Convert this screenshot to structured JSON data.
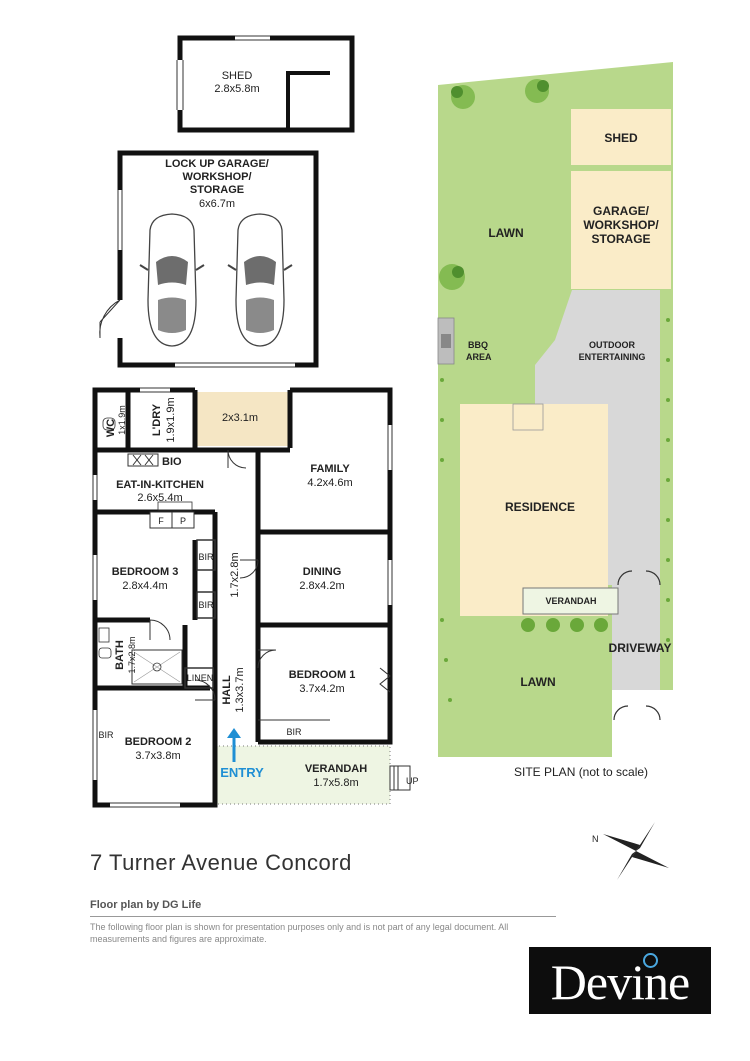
{
  "floorplan": {
    "shed": {
      "name": "SHED",
      "size": "2.8x5.8m"
    },
    "garage": {
      "line1": "LOCK UP GARAGE/",
      "line2": "WORKSHOP/",
      "line3": "STORAGE",
      "size": "6x6.7m"
    },
    "wc": {
      "name": "WC",
      "size": "1x1.9m"
    },
    "laundry": {
      "name": "L'DRY",
      "size": "1.9x1.9m"
    },
    "patio": {
      "size": "2x3.1m"
    },
    "family": {
      "name": "FAMILY",
      "size": "4.2x4.6m"
    },
    "kitchen": {
      "name": "EAT-IN-KITCHEN",
      "size": "2.6x5.4m",
      "bio": "BIO",
      "fridge": "F",
      "pantry": "P"
    },
    "bedroom3": {
      "name": "BEDROOM 3",
      "size": "2.8x4.4m"
    },
    "dining": {
      "name": "DINING",
      "size": "2.8x4.2m"
    },
    "hallway": {
      "size": "1.7x2.8m"
    },
    "bath": {
      "name": "BATH",
      "size": "1.7x2.8m"
    },
    "linen": "LINEN",
    "hall": {
      "name": "HALL",
      "size": "1.3x3.7m"
    },
    "bedroom1": {
      "name": "BEDROOM 1",
      "size": "3.7x4.2m"
    },
    "bedroom2": {
      "name": "BEDROOM 2",
      "size": "3.7x3.8m"
    },
    "bir": "BIR",
    "entry": "ENTRY",
    "verandah": {
      "name": "VERANDAH",
      "size": "1.7x5.8m"
    },
    "up": "UP"
  },
  "siteplan": {
    "shed": "SHED",
    "garage": {
      "line1": "GARAGE/",
      "line2": "WORKSHOP/",
      "line3": "STORAGE"
    },
    "lawn_top": "LAWN",
    "bbq": {
      "line1": "BBQ",
      "line2": "AREA"
    },
    "outdoor": {
      "line1": "OUTDOOR",
      "line2": "ENTERTAINING"
    },
    "residence": "RESIDENCE",
    "verandah": "VERANDAH",
    "driveway": "DRIVEWAY",
    "lawn_bottom": "LAWN",
    "caption": "SITE PLAN (not to scale)",
    "compass_label": "N"
  },
  "footer": {
    "address": "7 Turner Avenue Concord",
    "credit": "Floor plan by DG Life",
    "disclaimer": "The following floor plan is shown for presentation purposes only and is not part of any legal document. All measurements and figures are approximate.",
    "brand": "Devine"
  },
  "colors": {
    "lawn": "#b8d88b",
    "building": "#faecc8",
    "paving": "#d8d8d8",
    "patio": "#f5e6c4",
    "verandah_floor": "#eef5e3",
    "entry": "#1f8fd4",
    "logo_bg": "#0d0d0d"
  }
}
